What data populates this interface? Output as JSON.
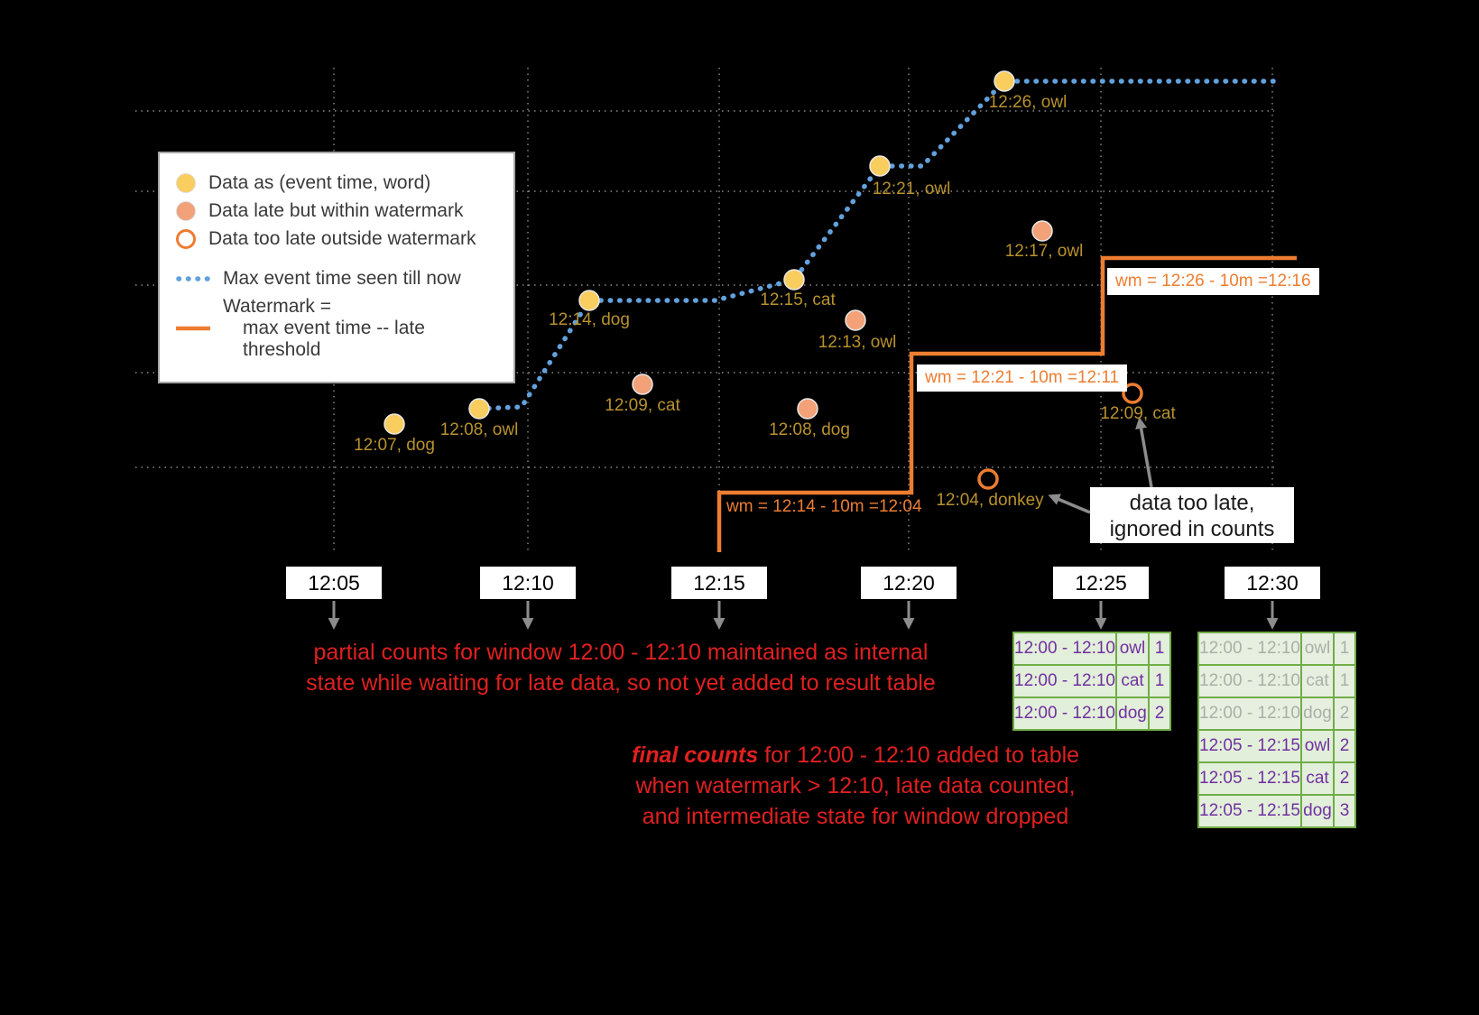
{
  "legend": {
    "items": [
      {
        "label": "Data as (event time, word)"
      },
      {
        "label": "Data late but within watermark"
      },
      {
        "label": "Data too late outside watermark"
      },
      {
        "label": "Max event time seen till now"
      },
      {
        "label": "Watermark =",
        "label2": "max event time -- late threshold"
      }
    ]
  },
  "points": {
    "ontime": [
      {
        "label": "12:07, dog"
      },
      {
        "label": "12:08, owl"
      },
      {
        "label": "12:14, dog"
      },
      {
        "label": "12:15, cat"
      },
      {
        "label": "12:21, owl"
      },
      {
        "label": "12:26, owl"
      }
    ],
    "late": [
      {
        "label": "12:09, cat"
      },
      {
        "label": "12:08, dog"
      },
      {
        "label": "12:13, owl"
      },
      {
        "label": "12:17, owl"
      }
    ],
    "toolate": [
      {
        "label": "12:04, donkey"
      },
      {
        "label": "12:09, cat"
      }
    ]
  },
  "wm": {
    "labels": [
      "wm = 12:14 - 10m =12:04",
      "wm = 12:21 - 10m =12:11",
      "wm = 12:26 - 10m =12:16"
    ]
  },
  "axis": {
    "ticks": [
      "12:05",
      "12:10",
      "12:15",
      "12:20",
      "12:25",
      "12:30"
    ]
  },
  "ann": {
    "partial": {
      "line1": "partial counts for window 12:00 - 12:10 maintained as internal",
      "line2": "state while waiting for late data, so not yet added  to result table"
    },
    "final": {
      "em": "final counts",
      "rest": " for 12:00 - 12:10 added to table",
      "line2": "when watermark > 12:10, late data counted,",
      "line3": "and intermediate state for window dropped"
    }
  },
  "note": {
    "line1": "data too late,",
    "line2": "ignored in counts"
  },
  "tables": {
    "t1": {
      "rows": [
        [
          "12:00 - 12:10",
          "owl",
          "1"
        ],
        [
          "12:00 - 12:10",
          "cat",
          "1"
        ],
        [
          "12:00 - 12:10",
          "dog",
          "2"
        ]
      ]
    },
    "t2": {
      "rows": [
        [
          "12:00 - 12:10",
          "owl",
          "1"
        ],
        [
          "12:00 - 12:10",
          "cat",
          "1"
        ],
        [
          "12:00 - 12:10",
          "dog",
          "2"
        ],
        [
          "12:05 - 12:15",
          "owl",
          "2"
        ],
        [
          "12:05 - 12:15",
          "cat",
          "2"
        ],
        [
          "12:05 - 12:15",
          "dog",
          "3"
        ]
      ]
    }
  },
  "colors": {
    "ontime_point": "#f9cd5e",
    "late_point": "#f2a179",
    "toolate_stroke": "#ed7d31",
    "max_event_line": "#62a1dc",
    "watermark_line": "#ed7d31",
    "point_label": "#b8922d",
    "annotation_red": "#e02020",
    "table_border": "#70ad47",
    "table_cell_bg": "#e2efda",
    "table_text": "#7030a0"
  }
}
